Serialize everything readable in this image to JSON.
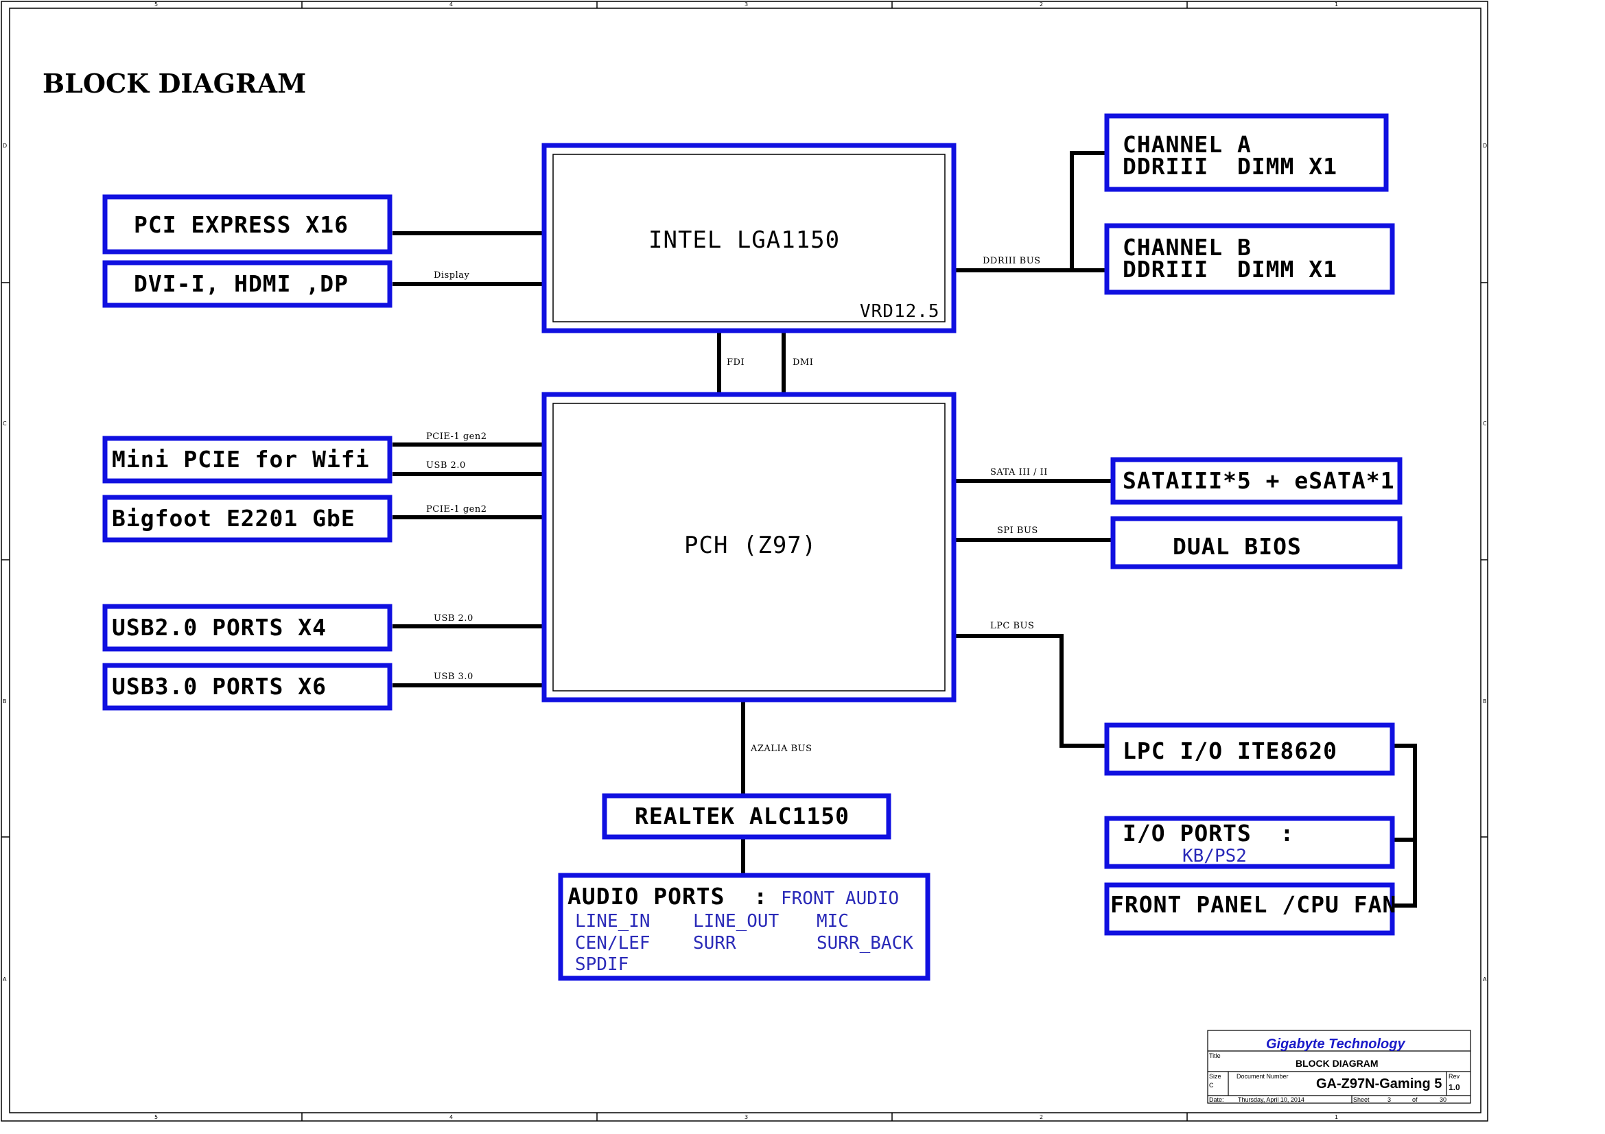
{
  "title": "BLOCK DIAGRAM",
  "cpu": {
    "label": "INTEL LGA1150",
    "vrd": "VRD12.5"
  },
  "pch": {
    "label": "PCH (Z97)"
  },
  "left_blocks": {
    "pcie_x16": "PCI EXPRESS X16",
    "display": "DVI-I, HDMI ,DP",
    "wifi": "Mini PCIE for Wifi",
    "gbe": "Bigfoot E2201 GbE",
    "usb2": "USB2.0 PORTS X4",
    "usb3": "USB3.0 PORTS X6"
  },
  "memory": {
    "channel_a": {
      "line1": "CHANNEL A",
      "line2": "DDRIII  DIMM X1"
    },
    "channel_b": {
      "line1": "CHANNEL B",
      "line2": "DDRIII  DIMM X1"
    }
  },
  "right_blocks": {
    "sata": "SATAIII*5 + eSATA*1",
    "bios": "DUAL BIOS",
    "lpc_io": "LPC I/O ITE8620",
    "io_ports": "I/O PORTS  :",
    "io_ports_sub": "KB/PS2",
    "front_panel": "FRONT PANEL /CPU FAN"
  },
  "audio": {
    "codec": "REALTEK ALC1150",
    "ports_label": "AUDIO PORTS  :",
    "ports": [
      "FRONT AUDIO",
      "LINE_IN",
      "LINE_OUT",
      "MIC",
      "CEN/LEF",
      "SURR",
      "SURR_BACK",
      "SPDIF"
    ]
  },
  "buses": {
    "display": "Display",
    "ddr": "DDRIII BUS",
    "fdi": "FDI",
    "dmi": "DMI",
    "wifi_pcie": "PCIE-1 gen2",
    "wifi_usb": "USB 2.0",
    "gbe_pcie": "PCIE-1 gen2",
    "usb2": "USB 2.0",
    "usb3": "USB 3.0",
    "sata": "SATA III / II",
    "spi": "SPI BUS",
    "lpc": "LPC BUS",
    "azalia": "AZALIA BUS"
  },
  "title_block": {
    "company": "Gigabyte Technology",
    "title_label": "Title",
    "title": "BLOCK DIAGRAM",
    "size_label": "Size",
    "size": "C",
    "doc_label": "Document Number",
    "doc": "GA-Z97N-Gaming 5",
    "rev_label": "Rev",
    "rev": "1.0",
    "date_label": "Date:",
    "date": "Thursday, April 10, 2014",
    "sheet_label": "Sheet",
    "sheet": "3",
    "of_label": "of",
    "sheets": "30"
  },
  "zone_columns": [
    "5",
    "4",
    "3",
    "2",
    "1"
  ],
  "zone_rows": [
    "D",
    "C",
    "B",
    "A"
  ]
}
